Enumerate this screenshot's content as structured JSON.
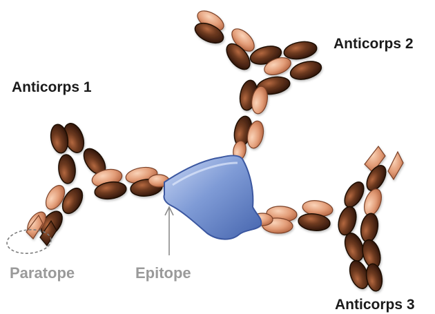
{
  "labels": {
    "antibody_1": "Anticorps 1",
    "antibody_2": "Anticorps 2",
    "antibody_3": "Anticorps 3",
    "paratope": "Paratope",
    "epitope": "Epitope"
  },
  "colors": {
    "dark_domain": "#4a2616",
    "dark_domain_edge": "#1c0b04",
    "light_domain": "#d68f6c",
    "light_domain_edge": "#7a4027",
    "antigen": "#7f9bd6",
    "antigen_edge": "#3b57a0",
    "label_dark": "#1a1a1a",
    "label_grey": "#9a9a9a"
  },
  "icons": {
    "antigen": "antigen-blob-icon",
    "arrow": "arrow-up-icon"
  }
}
